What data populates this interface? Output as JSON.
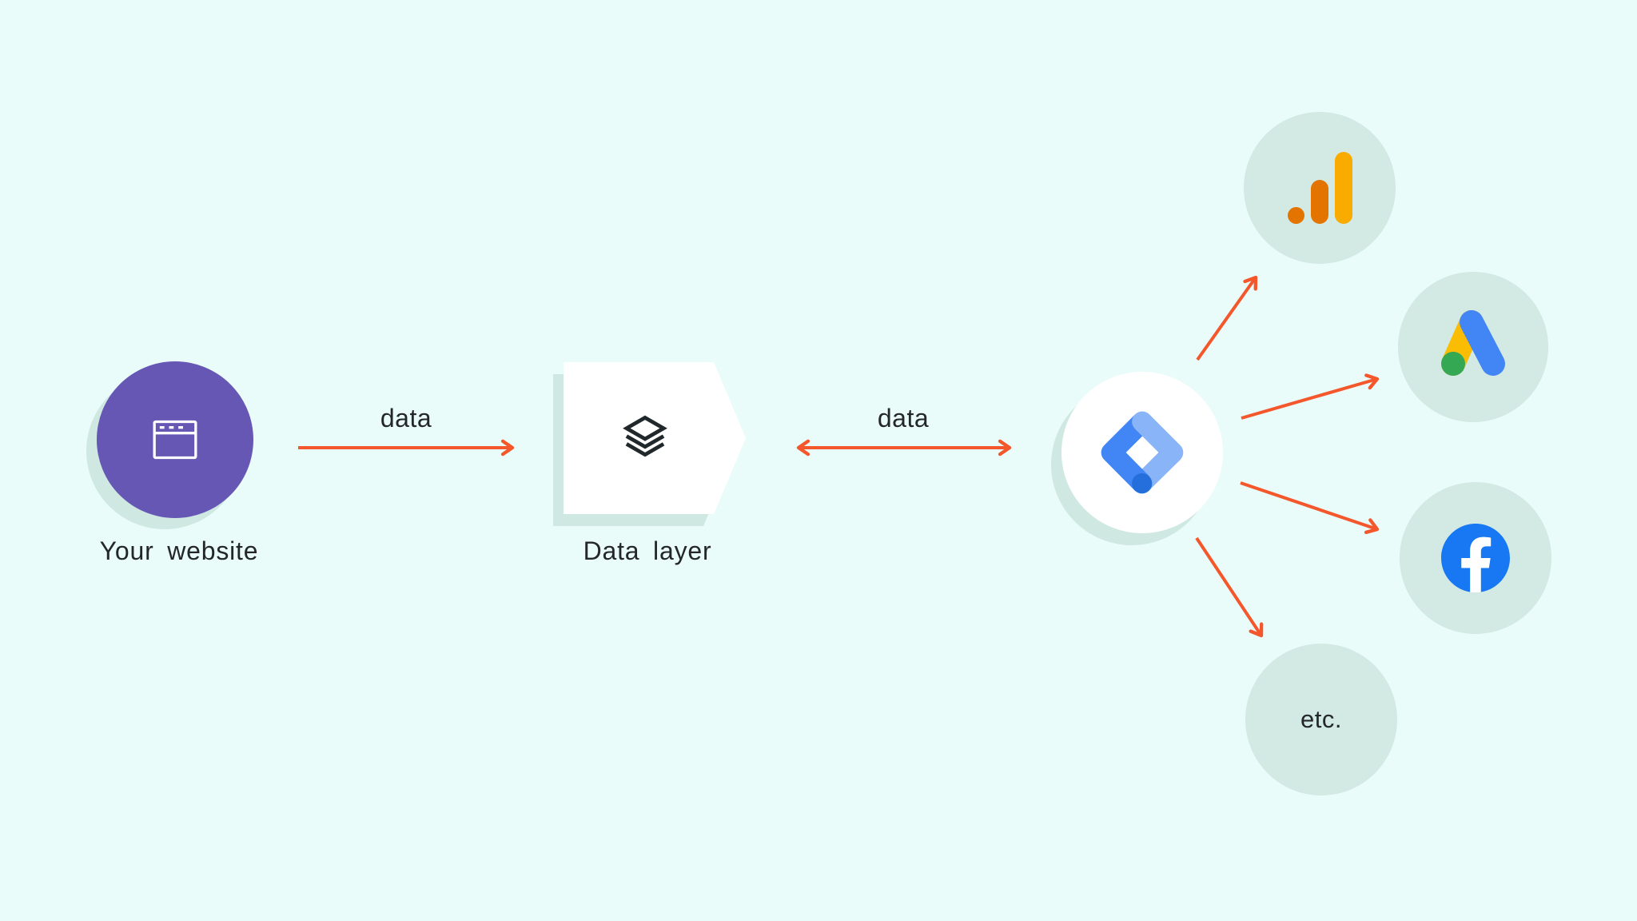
{
  "diagram": {
    "nodes": {
      "website": {
        "label": "Your website",
        "icon": "browser-window-icon",
        "shape": "circle"
      },
      "data_layer": {
        "label": "Data layer",
        "icon": "layers-icon",
        "shape": "pentagon-arrow"
      },
      "gtm": {
        "label": "",
        "icon": "google-tag-manager-icon",
        "shape": "circle"
      },
      "analytics": {
        "label": "",
        "icon": "google-analytics-icon",
        "shape": "circle"
      },
      "ads": {
        "label": "",
        "icon": "google-ads-icon",
        "shape": "circle"
      },
      "facebook": {
        "label": "",
        "icon": "facebook-icon",
        "shape": "circle"
      },
      "etc": {
        "label": "etc.",
        "icon": "",
        "shape": "circle"
      }
    },
    "edges": [
      {
        "from": "website",
        "to": "data_layer",
        "label": "data",
        "direction": "right"
      },
      {
        "from": "data_layer",
        "to": "gtm",
        "label": "data",
        "direction": "both"
      },
      {
        "from": "gtm",
        "to": "analytics",
        "label": "",
        "direction": "right"
      },
      {
        "from": "gtm",
        "to": "ads",
        "label": "",
        "direction": "right"
      },
      {
        "from": "gtm",
        "to": "facebook",
        "label": "",
        "direction": "right"
      },
      {
        "from": "gtm",
        "to": "etc",
        "label": "",
        "direction": "right"
      }
    ]
  },
  "colors": {
    "background": "#eafcf9",
    "shadow": "#cfe9e2",
    "node_circle": "#d2eae3",
    "website_purple": "#6657b5",
    "arrow_orange": "#f4572b",
    "text": "#24272a",
    "gtm_light_blue": "#8ab4f8",
    "gtm_blue": "#4285f4",
    "gtm_dark_blue": "#246fdb",
    "analytics_orange": "#e37400",
    "analytics_yellow": "#f9ab00",
    "ads_yellow": "#fbbc04",
    "ads_blue": "#4285f4",
    "ads_green": "#34a853",
    "facebook_blue": "#1877f2"
  }
}
